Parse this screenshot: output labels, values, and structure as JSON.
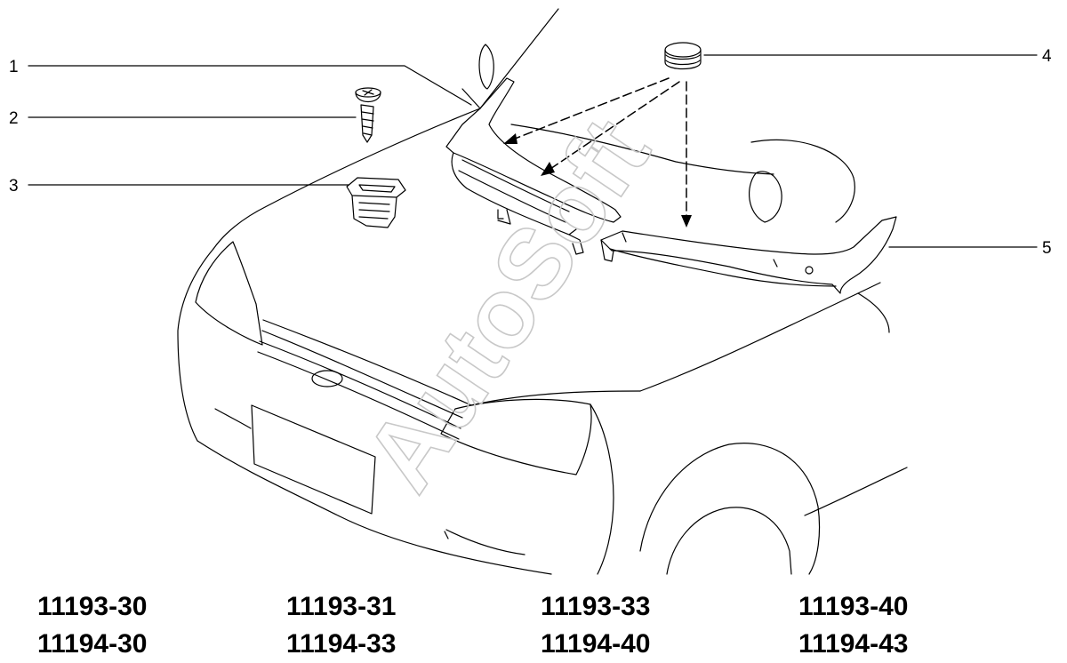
{
  "callouts": [
    {
      "label": "1"
    },
    {
      "label": "2"
    },
    {
      "label": "3"
    },
    {
      "label": "4"
    },
    {
      "label": "5"
    }
  ],
  "watermark": "AutoSoft",
  "codes": [
    [
      "11193-30",
      "11194-30"
    ],
    [
      "11193-31",
      "11194-33"
    ],
    [
      "11193-33",
      "11194-40"
    ],
    [
      "11193-40",
      "11194-43"
    ]
  ],
  "colors": {
    "line": "#000000",
    "watermark": "#c8c8c8",
    "background": "#ffffff"
  }
}
